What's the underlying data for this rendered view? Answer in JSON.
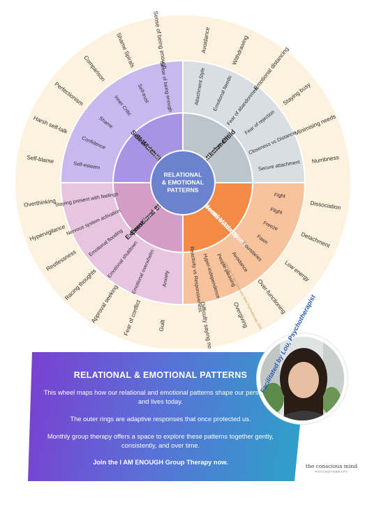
{
  "colors": {
    "outer_ring": "#fdf2dd",
    "q_self_worth": "#c9b7ef",
    "q_self_worth_inner": "#a993e4",
    "q_inner_child": "#d9dee2",
    "q_inner_child_inner": "#bcc5cc",
    "q_protective": "#f7c29c",
    "q_protective_inner": "#f38a46",
    "q_expressions": "#e7c4e0",
    "q_expressions_inner": "#d59cc8",
    "center": "#6b83cd",
    "text_dark": "#2b2b2b",
    "text_light": "#ffffff",
    "credit_blue": "#2b5cb3"
  },
  "wheel": {
    "center_title": [
      "RELATIONAL",
      "& EMOTIONAL",
      "PATTERNS"
    ],
    "system_labels": [
      "Self-concept System",
      "Attachment System",
      "Adaptation System",
      "Affective regulation System"
    ],
    "copyright": "Copyright © The Conscious Mind Psychotherapy 2025",
    "quadrants": [
      {
        "title": [
          "Self-Worth",
          "Self-Identity"
        ],
        "middle": [
          "Self-esteem",
          "Confidence",
          "Shame",
          "Inner Critic",
          "Self-trust",
          "Sense of being enough"
        ],
        "outer": [
          "Self-blame",
          "Harsh self-talk",
          "Perfectionism",
          "Comparison",
          "Shame Spirals",
          "Sense of being enough"
        ]
      },
      {
        "title": [
          "Inner Child",
          "Attachment"
        ],
        "middle": [
          "Attachment Style",
          "Emotional Needs",
          "Fear of abandonment",
          "Fear of rejection",
          "Closeness vs Distance",
          "Secure attachment"
        ],
        "outer": [
          "Avoidance",
          "Withdrawing",
          "Emotional distancing",
          "Staying busy",
          "Minimising needs",
          "Numbness"
        ]
      },
      {
        "title": [
          "Protective Adaptions",
          "Emotional Maturity"
        ],
        "middle": [
          "Fight",
          "Flight",
          "Freeze",
          "Fawn",
          "Boundaries",
          "Avoidance",
          "People-pleasing",
          "Hyper-independence",
          "Reactivity vs Responsiveness"
        ],
        "outer": [
          "Dissociation",
          "Detachment",
          "Low energy",
          "Over-functioning",
          "Overgiving",
          "Difficulty saying no"
        ]
      },
      {
        "title": [
          "Expressions of",
          "Emotional State"
        ],
        "middle": [
          "Anxiety",
          "Emotional overwhelm",
          "Emotional shutdown",
          "Emotional flooding",
          "Nervous system activation",
          "Staying present with feelings"
        ],
        "outer": [
          "Guilt",
          "Fear of conflict",
          "Approval seeking",
          "Racing thoughts",
          "Restlessness",
          "Hypervigilance",
          "Overthinking"
        ]
      }
    ]
  },
  "panel": {
    "title": "RELATIONAL & EMOTIONAL PATTERNS",
    "p1": "This wheel maps how our relational and emotional patterns shape our personality and lives today.",
    "p2": "The outer rings are adaptive responses that once protected us.",
    "p3": "Monthly group therapy offers a space to explore these patterns together gently, consistently, and over time.",
    "cta": "Join the I AM ENOUGH Group Therapy now."
  },
  "credit": "Facilitated by Lou, Psychotherapist",
  "brand": {
    "name": "the conscious mind",
    "sub": "PSYCHOTHERAPY"
  }
}
